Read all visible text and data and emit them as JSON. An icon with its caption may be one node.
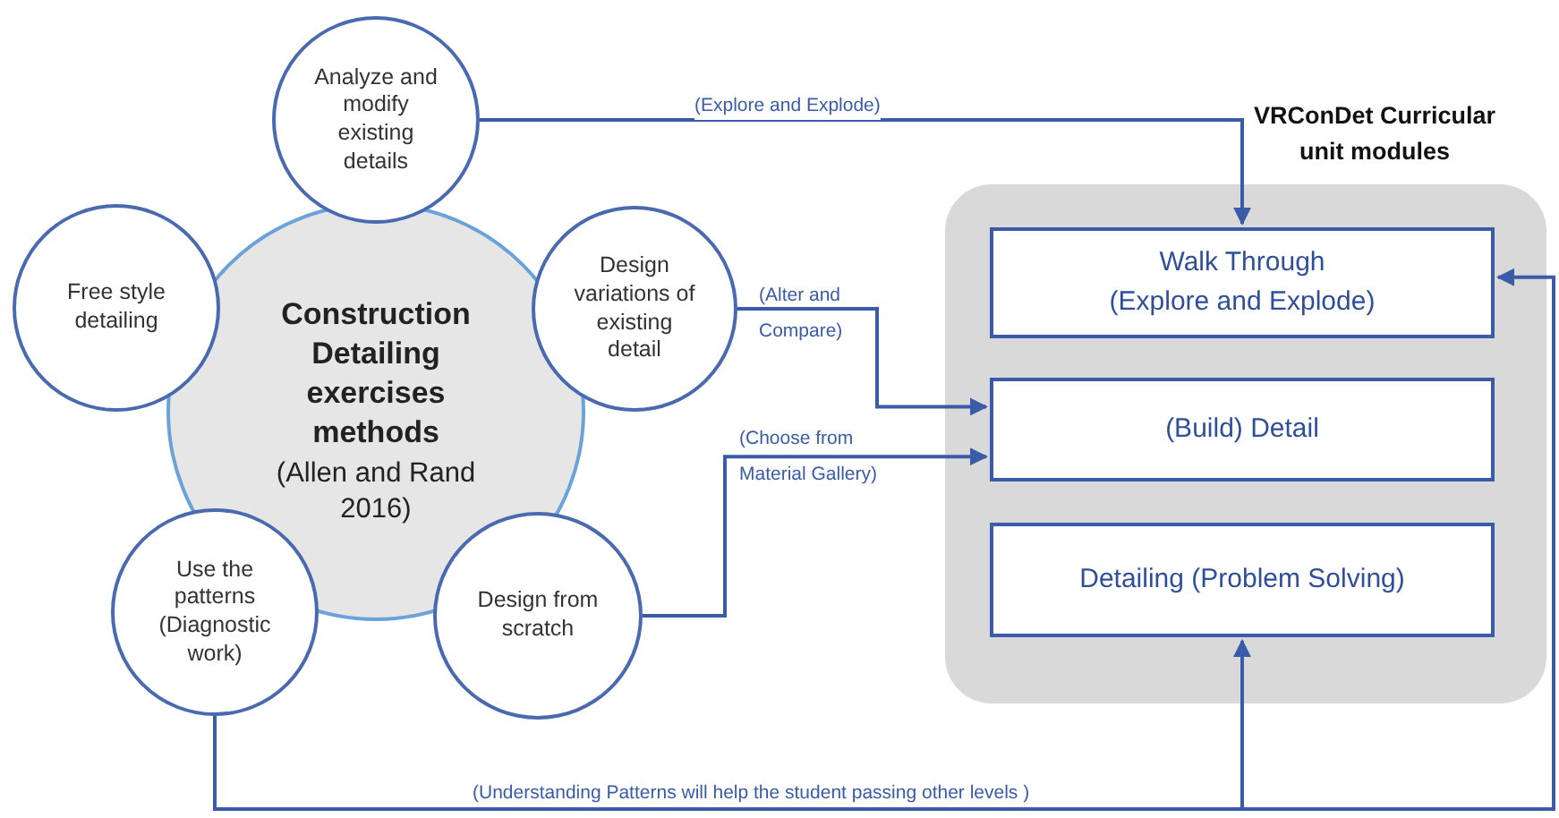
{
  "diagram": {
    "nodes": [
      {
        "text": [
          "Construction Detailing exercises methods",
          "(Allen and Rand 2016)"
        ]
      },
      {
        "text": [
          "Analyze and modify existing details"
        ]
      },
      {
        "text": [
          "Free style detailing"
        ]
      },
      {
        "text": [
          "Design variations of existing detail"
        ]
      },
      {
        "text": [
          "Use the patterns (Diagnostic work)"
        ]
      },
      {
        "text": [
          "Design from scratch"
        ]
      },
      {
        "text": [
          "VRConDet Curricular unit modules"
        ]
      },
      {
        "text": [
          "Walk Through",
          "(Explore and Explode)"
        ],
        "in": 6
      },
      {
        "text": [
          "(Build) Detail"
        ],
        "in": 6
      },
      {
        "text": [
          "Detailing (Problem Solving)"
        ],
        "in": 6
      }
    ],
    "edges": [
      {
        "from": 1,
        "to": 7,
        "arrow": "to",
        "label": "(Explore and Explode)"
      },
      {
        "from": 3,
        "to": 8,
        "arrow": "to",
        "label": "(Alter and Compare)"
      },
      {
        "from": 5,
        "to": 8,
        "arrow": "to",
        "label": "(Choose from Material Gallery)"
      },
      {
        "from": 4,
        "to": 9,
        "arrow": "to",
        "label": "(Understanding Patterns will help the student passing other levels )"
      },
      {
        "from": 4,
        "to": 7,
        "arrow": "to"
      }
    ]
  }
}
